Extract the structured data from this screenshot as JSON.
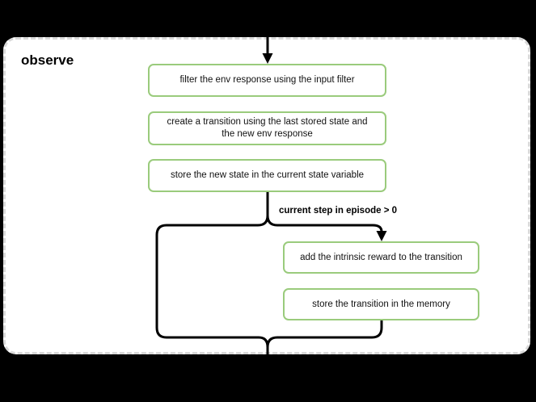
{
  "diagram": {
    "title": "observe",
    "nodes": [
      {
        "id": "filter-env-response",
        "label": "filter the env response using the input filter"
      },
      {
        "id": "create-transition",
        "label": "create a transition using the last stored state and the new env response"
      },
      {
        "id": "store-new-state",
        "label": "store the new state in the current state variable"
      },
      {
        "id": "add-intrinsic-reward",
        "label": "add the intrinsic reward to the transition"
      },
      {
        "id": "store-transition",
        "label": "store the transition in the memory"
      }
    ],
    "condition_label": "current step in episode > 0",
    "colors": {
      "background": "#000000",
      "panel": "#ffffff",
      "panel_border": "#d9d9d9",
      "node_border": "#9acb7c",
      "edge": "#000000"
    }
  }
}
